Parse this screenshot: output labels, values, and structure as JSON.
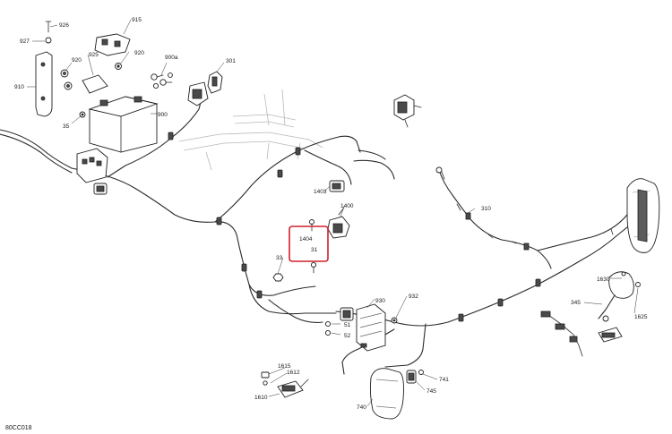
{
  "figure_code": "80CC018",
  "highlight_color": "#d0202a",
  "callouts": {
    "c926": "926",
    "c915": "915",
    "c927": "927",
    "c920a": "920",
    "c925": "925",
    "c920b": "920",
    "c900a": "900a",
    "c301": "301",
    "c910": "910",
    "c900": "900",
    "c35": "35",
    "c1403": "1403",
    "c1400": "1400",
    "c1404": "1404",
    "c31": "31",
    "c310": "310",
    "c33": "33",
    "c930": "930",
    "c932": "932",
    "c51": "51",
    "c52": "52",
    "c1630": "1630",
    "c345": "345",
    "c1625": "1625",
    "c1615": "1615",
    "c1612": "1612",
    "c1610": "1610",
    "c741": "741",
    "c745": "745",
    "c740": "740"
  }
}
